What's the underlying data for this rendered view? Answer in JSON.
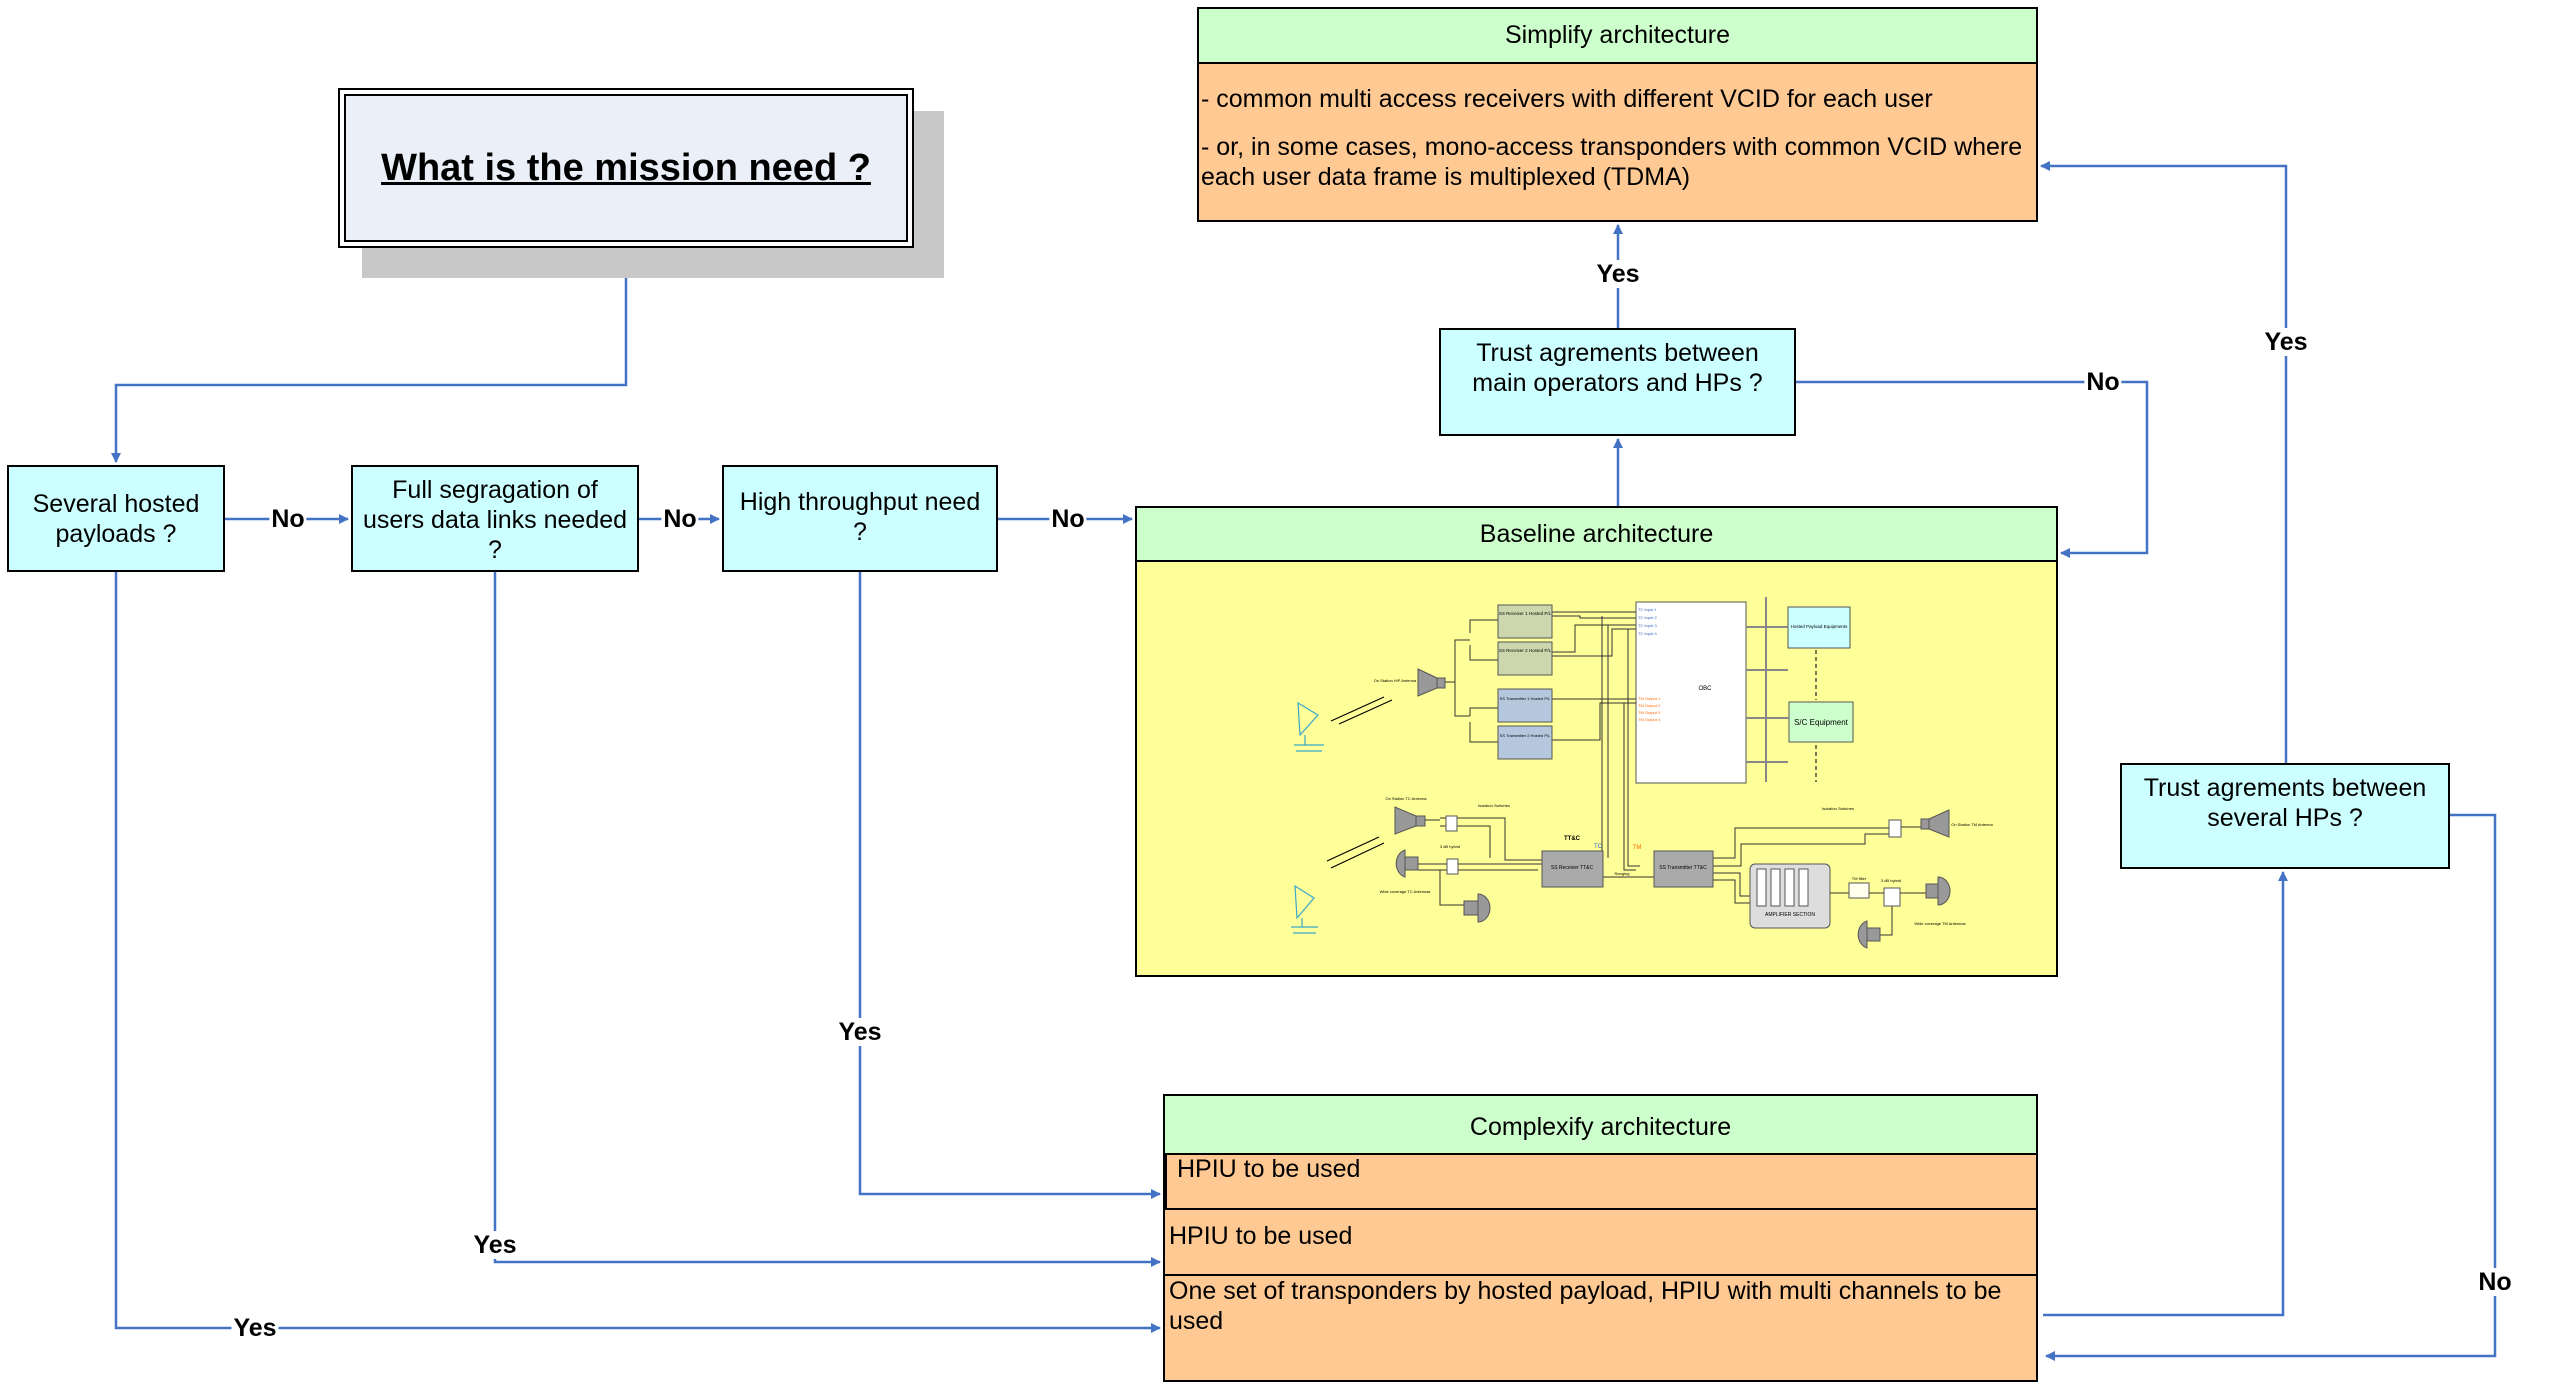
{
  "mission": {
    "title": "What is the mission need ?"
  },
  "decisions": {
    "several_hosted": "Several hosted payloads ?",
    "full_segregation": "Full segragation of users data links needed ?",
    "high_throughput": "High throughput need ?",
    "trust_main": "Trust agrements between main operators and HPs ?",
    "trust_hps": "Trust agrements between several HPs ?"
  },
  "simplify": {
    "title": "Simplify architecture",
    "lines": [
      "- common multi access receivers with different VCID for each user",
      "- or, in some cases, mono-access transponders with common VCID where each user data frame is multiplexed (TDMA)"
    ]
  },
  "baseline": {
    "title": "Baseline architecture",
    "diagram": {
      "receiver1": "SS Receiver 1 Hosted P/L",
      "receiver2": "SS Receiver 2 Hosted P/L",
      "transmitter1": "SS Transmitter 1 Hosted P/L",
      "transmitter2": "SS Transmitter 2 Hosted P/L",
      "obc": "OBC",
      "tc_inputs": [
        "TC Input 1",
        "TC Input 2",
        "TC Input 3",
        "TC Input 4"
      ],
      "tm_outputs": [
        "TM Output 1",
        "TM Output 2",
        "TM Output 3",
        "TM Output 4"
      ],
      "hosted_equipment": "Hosted Payload Equipments",
      "sc_equipment": "S/C Equipment",
      "hp_antenna": "On Station H/P Antenna",
      "tc_antenna": "On Station TC Antenna",
      "tm_antenna": "On Station TM Antenna",
      "isolation_switches": "Isolation Switches",
      "hybrid": "3 dB hybrid",
      "wide_tc": "Wide coverage TC Antennas",
      "wide_tm": "Wide coverage TM Antennas",
      "ttc": "TT&C",
      "tc": "TC",
      "tm": "TM",
      "ranging": "Ranging",
      "receiver_ttc": "SS Receiver TT&C",
      "transmitter_ttc": "SS Transmitter TT&C",
      "amplifier": "AMPLIFIER SECTION",
      "tm_filter": "TM filter"
    }
  },
  "complexify": {
    "title": "Complexify architecture",
    "rows": [
      "HPIU to be used",
      "HPIU to be used",
      "One set of transponders by hosted payload, HPIU with multi channels to be used"
    ]
  },
  "labels": {
    "yes": "Yes",
    "no": "No"
  },
  "colors": {
    "connector": "#4472c4",
    "decision": "#ccffff",
    "header": "#ccffcc",
    "body": "#ffc993",
    "baseline_body": "#ffff99"
  }
}
